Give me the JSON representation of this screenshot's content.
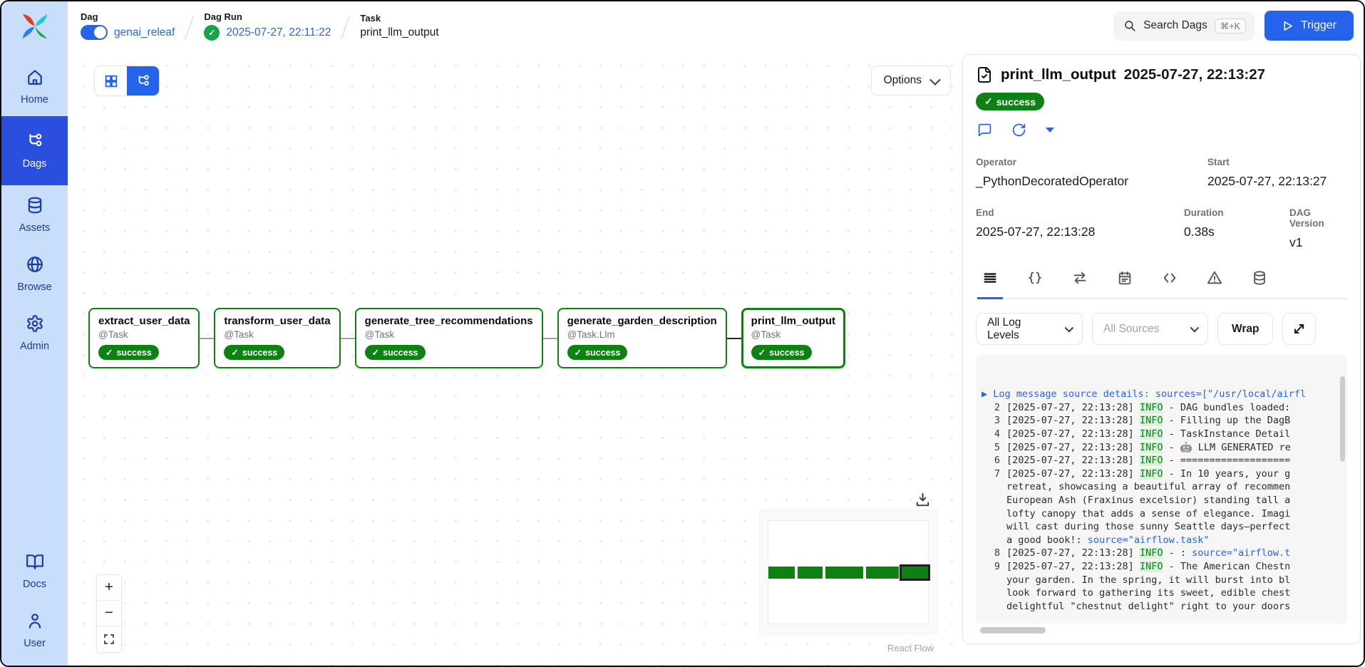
{
  "colors": {
    "accent": "#2563eb",
    "success": "#0e8113",
    "success-bright": "#16a34a",
    "sidebar-bg": "#c8defb",
    "sidebar-ink": "#1c3ba8",
    "active-nav": "#2a4fdf",
    "info-bg": "#d9f3d9",
    "info-ink": "#0c7c1f"
  },
  "sidebar": {
    "items": [
      {
        "name": "home",
        "label": "Home",
        "icon": "home",
        "active": false,
        "section": "top"
      },
      {
        "name": "dags",
        "label": "Dags",
        "icon": "dags",
        "active": true,
        "section": "top"
      },
      {
        "name": "assets",
        "label": "Assets",
        "icon": "database",
        "active": false,
        "section": "top"
      },
      {
        "name": "browse",
        "label": "Browse",
        "icon": "globe",
        "active": false,
        "section": "top"
      },
      {
        "name": "admin",
        "label": "Admin",
        "icon": "gear",
        "active": false,
        "section": "top"
      },
      {
        "name": "docs",
        "label": "Docs",
        "icon": "book",
        "active": false,
        "section": "bottom"
      },
      {
        "name": "user",
        "label": "User",
        "icon": "user",
        "active": false,
        "section": "bottom"
      }
    ]
  },
  "header": {
    "breadcrumb": [
      {
        "label": "Dag",
        "value": "genai_releaf"
      },
      {
        "label": "Dag Run",
        "value": "2025-07-27, 22:11:22"
      },
      {
        "label": "Task",
        "value": "print_llm_output"
      }
    ],
    "search": {
      "placeholder": "Search Dags",
      "shortcut": "⌘+K"
    },
    "trigger_label": "Trigger"
  },
  "canvas": {
    "options_label": "Options",
    "attribution": "React Flow"
  },
  "graph": {
    "nodes": [
      {
        "id": "extract_user_data",
        "decorator": "@Task",
        "state": "success",
        "selected": false
      },
      {
        "id": "transform_user_data",
        "decorator": "@Task",
        "state": "success",
        "selected": false
      },
      {
        "id": "generate_tree_recommendations",
        "decorator": "@Task",
        "state": "success",
        "selected": false
      },
      {
        "id": "generate_garden_description",
        "decorator": "@Task.Llm",
        "state": "success",
        "selected": false
      },
      {
        "id": "print_llm_output",
        "decorator": "@Task",
        "state": "success",
        "selected": true
      }
    ],
    "minimap_bar_widths": [
      37,
      36,
      53,
      47,
      37
    ]
  },
  "panel": {
    "title": "print_llm_output",
    "timestamp": "2025-07-27, 22:13:27",
    "state": "success",
    "details": {
      "operator_label": "Operator",
      "operator": "_PythonDecoratedOperator",
      "start_label": "Start",
      "start": "2025-07-27, 22:13:27",
      "end_label": "End",
      "end": "2025-07-27, 22:13:28",
      "duration_label": "Duration",
      "duration": "0.38s",
      "dag_version_label": "DAG Version",
      "dag_version": "v1"
    },
    "tabs": [
      {
        "name": "logs",
        "icon": "list",
        "active": true
      },
      {
        "name": "rendered-templates",
        "icon": "braces",
        "active": false
      },
      {
        "name": "xcom",
        "icon": "swap",
        "active": false
      },
      {
        "name": "events",
        "icon": "calendar",
        "active": false
      },
      {
        "name": "code",
        "icon": "code",
        "active": false
      },
      {
        "name": "warnings",
        "icon": "warning",
        "active": false
      },
      {
        "name": "datasets",
        "icon": "database",
        "active": false
      }
    ],
    "log_controls": {
      "levels": "All Log Levels",
      "sources": "All Sources",
      "wrap": "Wrap"
    },
    "logs": {
      "lines": [
        {
          "num": "",
          "parts": [
            {
              "c": "expander",
              "t": "▶ "
            },
            {
              "c": "link",
              "t": "Log message source details: sources=[\"/usr/local/airfl"
            }
          ]
        },
        {
          "num": "2",
          "parts": [
            {
              "c": "plain",
              "t": "[2025-07-27, 22:13:28] "
            },
            {
              "c": "info",
              "t": "INFO"
            },
            {
              "c": "plain",
              "t": " - DAG bundles loaded:"
            }
          ]
        },
        {
          "num": "3",
          "parts": [
            {
              "c": "plain",
              "t": "[2025-07-27, 22:13:28] "
            },
            {
              "c": "info",
              "t": "INFO"
            },
            {
              "c": "plain",
              "t": " - Filling up the DagB"
            }
          ]
        },
        {
          "num": "4",
          "parts": [
            {
              "c": "plain",
              "t": "[2025-07-27, 22:13:28] "
            },
            {
              "c": "info",
              "t": "INFO"
            },
            {
              "c": "plain",
              "t": " - TaskInstance Detail"
            }
          ]
        },
        {
          "num": "5",
          "parts": [
            {
              "c": "plain",
              "t": "[2025-07-27, 22:13:28] "
            },
            {
              "c": "info",
              "t": "INFO"
            },
            {
              "c": "plain",
              "t": " - 🤖 LLM GENERATED re"
            }
          ]
        },
        {
          "num": "6",
          "parts": [
            {
              "c": "plain",
              "t": "[2025-07-27, 22:13:28] "
            },
            {
              "c": "info",
              "t": "INFO"
            },
            {
              "c": "plain",
              "t": " - ==================="
            }
          ]
        },
        {
          "num": "7",
          "parts": [
            {
              "c": "plain",
              "t": "[2025-07-27, 22:13:28] "
            },
            {
              "c": "info",
              "t": "INFO"
            },
            {
              "c": "plain",
              "t": " - In 10 years, your g"
            }
          ]
        },
        {
          "num": "",
          "parts": [
            {
              "c": "plain",
              "t": "retreat, showcasing a beautiful array of recommen"
            }
          ]
        },
        {
          "num": "",
          "parts": [
            {
              "c": "plain",
              "t": "European Ash (Fraxinus excelsior) standing tall a"
            }
          ]
        },
        {
          "num": "",
          "parts": [
            {
              "c": "plain",
              "t": "lofty canopy that adds a sense of elegance. Imagi"
            }
          ]
        },
        {
          "num": "",
          "parts": [
            {
              "c": "plain",
              "t": "will cast during those sunny Seattle days—perfect"
            }
          ]
        },
        {
          "num": "",
          "parts": [
            {
              "c": "plain",
              "t": "a good book!: "
            },
            {
              "c": "link",
              "t": "source=\"airflow.task\""
            }
          ]
        },
        {
          "num": "8",
          "parts": [
            {
              "c": "plain",
              "t": "[2025-07-27, 22:13:28] "
            },
            {
              "c": "info",
              "t": "INFO"
            },
            {
              "c": "plain",
              "t": " - : "
            },
            {
              "c": "link",
              "t": "source=\"airflow.t"
            }
          ]
        },
        {
          "num": "9",
          "parts": [
            {
              "c": "plain",
              "t": "[2025-07-27, 22:13:28] "
            },
            {
              "c": "info",
              "t": "INFO"
            },
            {
              "c": "plain",
              "t": " - The American Chestn"
            }
          ]
        },
        {
          "num": "",
          "parts": [
            {
              "c": "plain",
              "t": "your garden. In the spring, it will burst into bl"
            }
          ]
        },
        {
          "num": "",
          "parts": [
            {
              "c": "plain",
              "t": "look forward to gathering its sweet, edible chest"
            }
          ]
        },
        {
          "num": "",
          "parts": [
            {
              "c": "plain",
              "t": "delightful \"chestnut delight\" right to your doors"
            }
          ]
        }
      ]
    }
  }
}
